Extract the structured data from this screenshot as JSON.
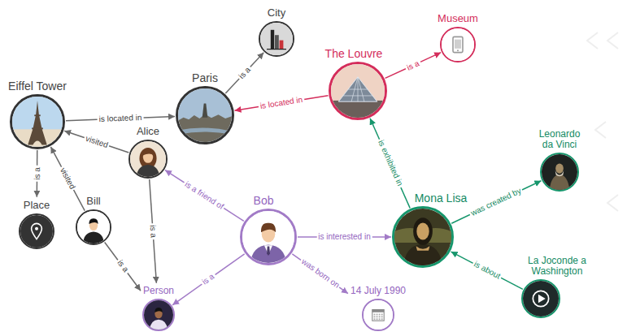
{
  "diagram": {
    "nodes": [
      {
        "text": [
          "City"
        ]
      },
      {
        "text": [
          "The Louvre"
        ]
      },
      {
        "text": [
          "Museum"
        ]
      },
      {
        "text": [
          "Eiffel Tower"
        ]
      },
      {
        "text": [
          "Paris"
        ]
      },
      {
        "text": [
          "Alice"
        ]
      },
      {
        "text": [
          "Leonardo da Vinci"
        ]
      },
      {
        "text": [
          "Place"
        ]
      },
      {
        "text": [
          "Bill"
        ]
      },
      {
        "text": [
          "Bob"
        ]
      },
      {
        "text": [
          "Mona Lisa"
        ]
      },
      {
        "text": [
          "Person"
        ]
      },
      {
        "text": [
          "14 July 1990"
        ]
      },
      {
        "text": [
          "La Joconde a Washington"
        ]
      }
    ],
    "edges": [
      {
        "from": 3,
        "to": 4,
        "label": "is located in",
        "arrow": "to"
      },
      {
        "from": 3,
        "to": 7,
        "label": "is a",
        "arrow": "to"
      },
      {
        "from": 4,
        "to": 0,
        "label": "is a",
        "arrow": "to"
      },
      {
        "from": 1,
        "to": 4,
        "label": "is located in",
        "arrow": "to"
      },
      {
        "from": 1,
        "to": 2,
        "label": "is a",
        "arrow": "to"
      },
      {
        "from": 5,
        "to": 3,
        "label": "visited",
        "arrow": "to"
      },
      {
        "from": 8,
        "to": 3,
        "label": "visited",
        "arrow": "to"
      },
      {
        "from": 5,
        "to": 11,
        "label": "is a",
        "arrow": "to"
      },
      {
        "from": 8,
        "to": 11,
        "label": "is a",
        "arrow": "to"
      },
      {
        "from": 9,
        "to": 5,
        "label": "is a friend of",
        "arrow": "to"
      },
      {
        "from": 9,
        "to": 11,
        "label": "is a",
        "arrow": "to"
      },
      {
        "from": 9,
        "to": 10,
        "label": "is interested in",
        "arrow": "to"
      },
      {
        "from": 9,
        "to": 12,
        "label": "was born on",
        "arrow": "to"
      },
      {
        "from": 10,
        "to": 1,
        "label": "is exhibited in",
        "arrow": "to"
      },
      {
        "from": 10,
        "to": 6,
        "label": "was created by",
        "arrow": "to"
      },
      {
        "from": 13,
        "to": 10,
        "label": "is about",
        "arrow": "to"
      }
    ]
  }
}
